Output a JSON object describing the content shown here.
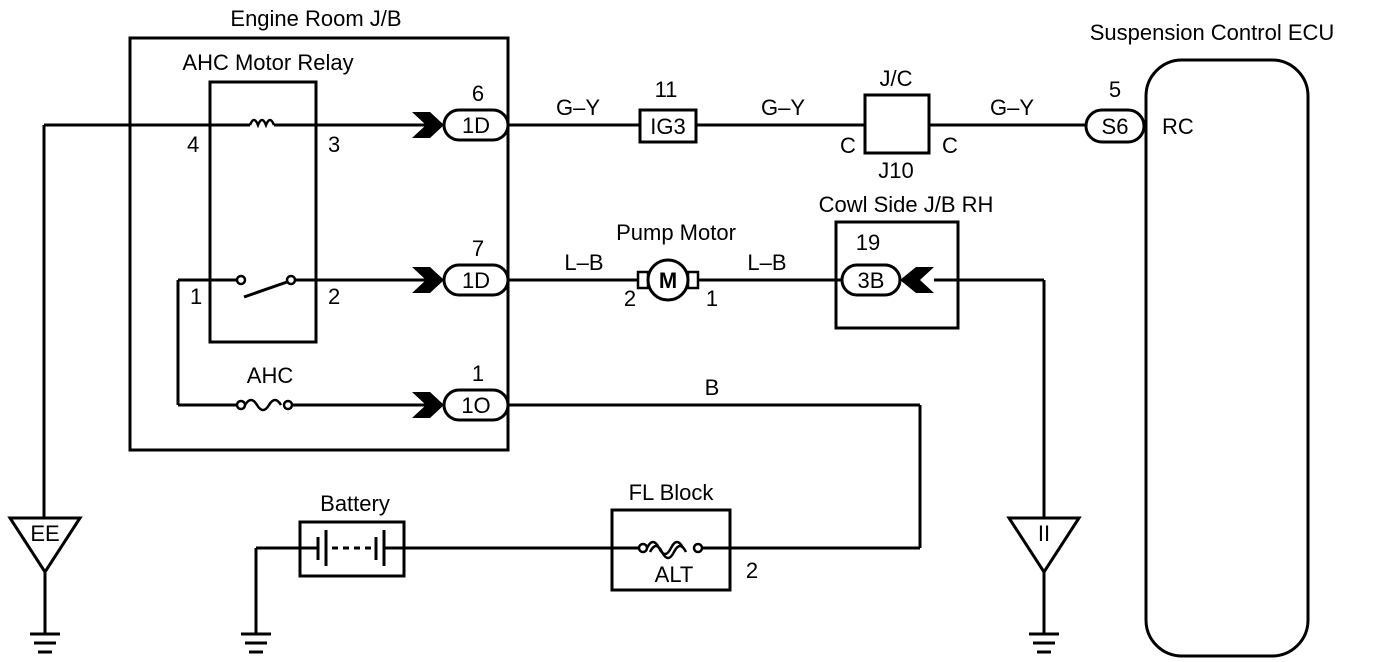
{
  "engine_room_jb": {
    "title": "Engine Room J/B",
    "relay_title": "AHC Motor Relay",
    "relay_pins": {
      "p4": "4",
      "p3": "3",
      "p1": "1",
      "p2": "2"
    },
    "fuse_label": "AHC",
    "connectors": [
      {
        "pin": "6",
        "id": "1D"
      },
      {
        "pin": "7",
        "id": "1D"
      },
      {
        "pin": "1",
        "id": "1O"
      }
    ]
  },
  "top_line": {
    "wire1": "G–Y",
    "wire2": "G–Y",
    "wire3": "G–Y",
    "ig3_number": "11",
    "ig3_label": "IG3",
    "jc_label": "J/C",
    "jc_sub": "J10",
    "jc_left": "C",
    "jc_right": "C",
    "ecu_pin": "5",
    "ecu_connector": "S6",
    "ecu_terminal": "RC"
  },
  "pump_line": {
    "title": "Pump Motor",
    "motor_symbol": "M",
    "pin_left": "2",
    "pin_right": "1",
    "wire_left": "L–B",
    "wire_right": "L–B",
    "cowl_title": "Cowl Side J/B RH",
    "cowl_pin": "19",
    "cowl_connector": "3B"
  },
  "bottom_line": {
    "wire_b": "B",
    "battery_label": "Battery",
    "fl_block_title": "FL Block",
    "fl_block_fuse": "ALT",
    "fl_pin": "2"
  },
  "ecu": {
    "title": "Suspension Control ECU"
  },
  "grounds": {
    "ee": "EE",
    "ii": "II"
  }
}
